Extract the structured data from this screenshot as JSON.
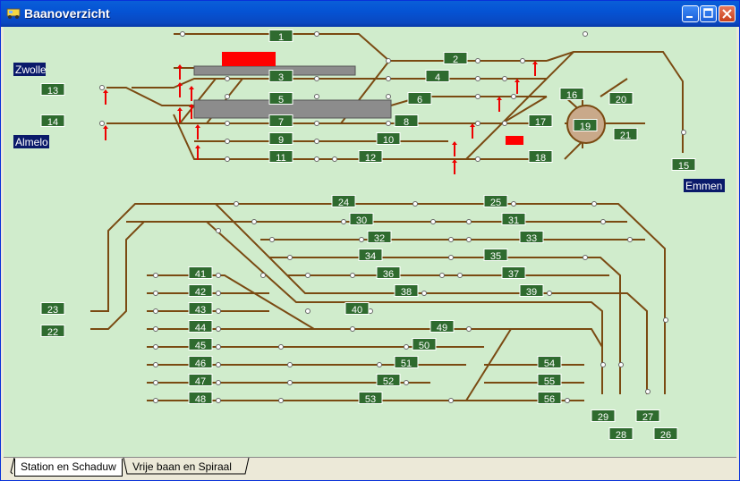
{
  "window": {
    "title": "Baanoverzicht"
  },
  "station_labels": [
    {
      "text": "Zwolle"
    },
    {
      "text": "Almelo"
    },
    {
      "text": "Emmen"
    }
  ],
  "tracks": [
    {
      "id": "1",
      "text": "1"
    },
    {
      "id": "2",
      "text": "2"
    },
    {
      "id": "3",
      "text": "3"
    },
    {
      "id": "4",
      "text": "4"
    },
    {
      "id": "5",
      "text": "5"
    },
    {
      "id": "6",
      "text": "6"
    },
    {
      "id": "7",
      "text": "7"
    },
    {
      "id": "8",
      "text": "8"
    },
    {
      "id": "9",
      "text": "9"
    },
    {
      "id": "10",
      "text": "10"
    },
    {
      "id": "11",
      "text": "11"
    },
    {
      "id": "12",
      "text": "12"
    },
    {
      "id": "13",
      "text": "13"
    },
    {
      "id": "14",
      "text": "14"
    },
    {
      "id": "15",
      "text": "15"
    },
    {
      "id": "16",
      "text": "16"
    },
    {
      "id": "17",
      "text": "17"
    },
    {
      "id": "18",
      "text": "18"
    },
    {
      "id": "19",
      "text": "19"
    },
    {
      "id": "20",
      "text": "20"
    },
    {
      "id": "21",
      "text": "21"
    },
    {
      "id": "22",
      "text": "22"
    },
    {
      "id": "23",
      "text": "23"
    },
    {
      "id": "24",
      "text": "24"
    },
    {
      "id": "25",
      "text": "25"
    },
    {
      "id": "26",
      "text": "26"
    },
    {
      "id": "27",
      "text": "27"
    },
    {
      "id": "28",
      "text": "28"
    },
    {
      "id": "29",
      "text": "29"
    },
    {
      "id": "30",
      "text": "30"
    },
    {
      "id": "31",
      "text": "31"
    },
    {
      "id": "32",
      "text": "32"
    },
    {
      "id": "33",
      "text": "33"
    },
    {
      "id": "34",
      "text": "34"
    },
    {
      "id": "35",
      "text": "35"
    },
    {
      "id": "36",
      "text": "36"
    },
    {
      "id": "37",
      "text": "37"
    },
    {
      "id": "38",
      "text": "38"
    },
    {
      "id": "39",
      "text": "39"
    },
    {
      "id": "40",
      "text": "40"
    },
    {
      "id": "41",
      "text": "41"
    },
    {
      "id": "42",
      "text": "42"
    },
    {
      "id": "43",
      "text": "43"
    },
    {
      "id": "44",
      "text": "44"
    },
    {
      "id": "45",
      "text": "45"
    },
    {
      "id": "46",
      "text": "46"
    },
    {
      "id": "47",
      "text": "47"
    },
    {
      "id": "48",
      "text": "48"
    },
    {
      "id": "49",
      "text": "49"
    },
    {
      "id": "50",
      "text": "50"
    },
    {
      "id": "51",
      "text": "51"
    },
    {
      "id": "52",
      "text": "52"
    },
    {
      "id": "53",
      "text": "53"
    },
    {
      "id": "54",
      "text": "54"
    },
    {
      "id": "55",
      "text": "55"
    },
    {
      "id": "56",
      "text": "56"
    }
  ],
  "tabs": [
    {
      "label": "Station en Schaduw",
      "active": true
    },
    {
      "label": "Vrije baan en Spiraal",
      "active": false
    }
  ],
  "colors": {
    "track": "#7a4a12",
    "label_bg": "#2f6b2f",
    "background": "#d0eccc",
    "occupied": "#ff0000",
    "platform": "#8c8c8c"
  }
}
